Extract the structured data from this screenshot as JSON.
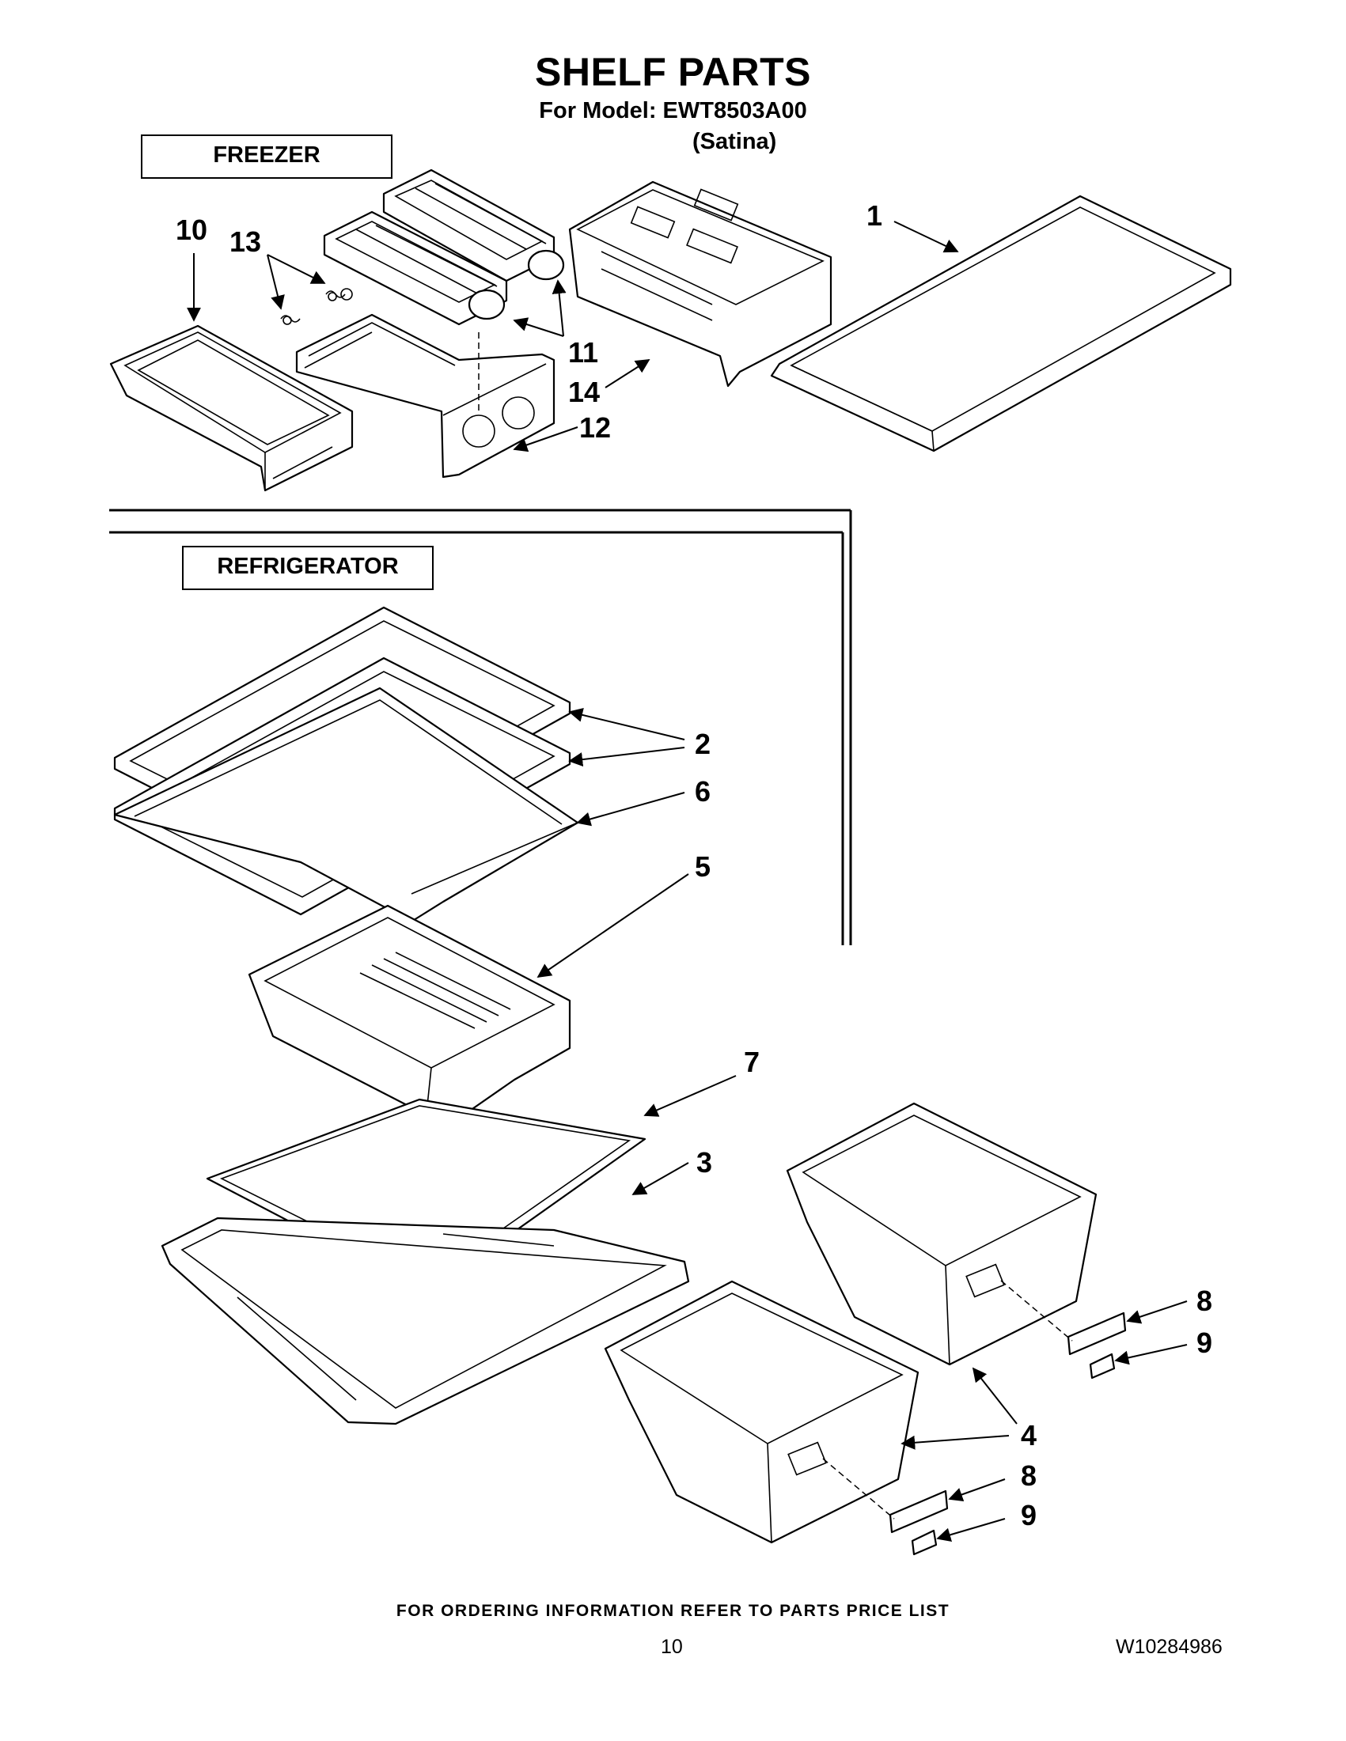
{
  "header": {
    "title": "SHELF PARTS",
    "model_line": "For Model: EWT8503A00",
    "variant": "(Satina)"
  },
  "sections": {
    "freezer": "FREEZER",
    "refrigerator": "REFRIGERATOR"
  },
  "callouts": {
    "c1": "1",
    "c2": "2",
    "c3": "3",
    "c4": "4",
    "c5": "5",
    "c6": "6",
    "c7": "7",
    "c8a": "8",
    "c8b": "8",
    "c9a": "9",
    "c9b": "9",
    "c10": "10",
    "c11": "11",
    "c12": "12",
    "c13": "13",
    "c14": "14"
  },
  "footer": {
    "ordering_note": "FOR ORDERING INFORMATION REFER TO PARTS PRICE LIST",
    "page_number": "10",
    "document_number": "W10284986"
  }
}
